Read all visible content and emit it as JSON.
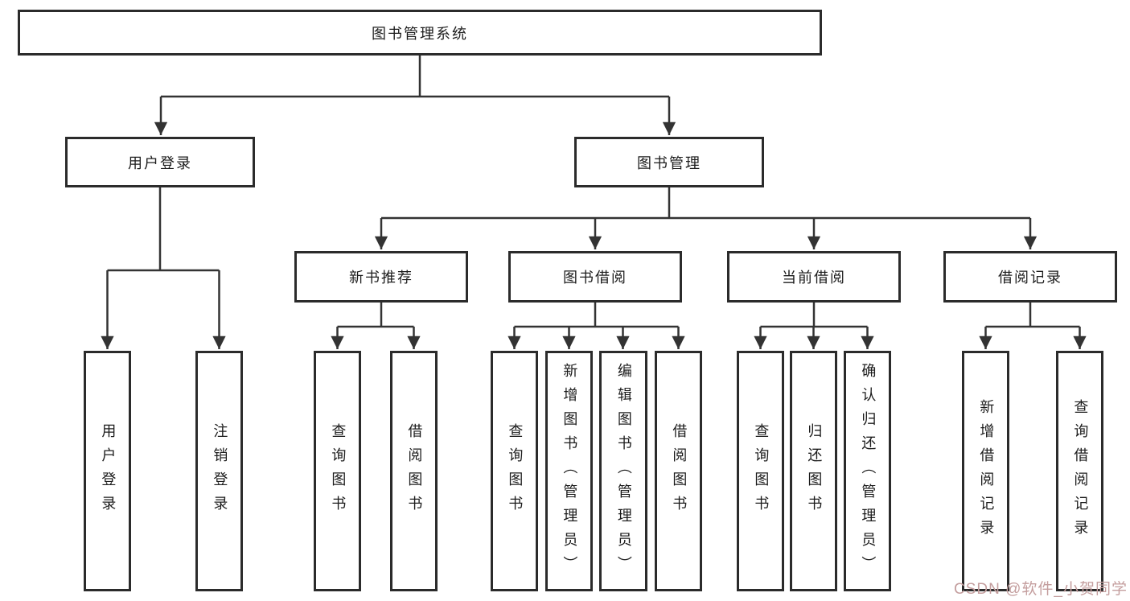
{
  "diagram": {
    "type": "tree",
    "tree": {
      "label": "图书管理系统",
      "children": [
        {
          "label": "用户登录",
          "children": [
            {
              "label": "用户登录"
            },
            {
              "label": "注销登录"
            }
          ]
        },
        {
          "label": "图书管理",
          "children": [
            {
              "label": "新书推荐",
              "children": [
                {
                  "label": "查询图书"
                },
                {
                  "label": "借阅图书"
                }
              ]
            },
            {
              "label": "图书借阅",
              "children": [
                {
                  "label": "查询图书"
                },
                {
                  "label": "新增图书（管理员）"
                },
                {
                  "label": "编辑图书（管理员）"
                },
                {
                  "label": "借阅图书"
                }
              ]
            },
            {
              "label": "当前借阅",
              "children": [
                {
                  "label": "查询图书"
                },
                {
                  "label": "归还图书"
                },
                {
                  "label": "确认归还（管理员）"
                }
              ]
            },
            {
              "label": "借阅记录",
              "children": [
                {
                  "label": "新增借阅记录"
                },
                {
                  "label": "查询借阅记录"
                }
              ]
            }
          ]
        }
      ]
    },
    "colors": {
      "line": "#333333",
      "box_border": "#2b2b2b",
      "text": "#1c1c1c",
      "background": "#ffffff",
      "watermark": "#c49e9e"
    }
  },
  "watermark": {
    "text": "CSDN @软件_小贺同学"
  }
}
